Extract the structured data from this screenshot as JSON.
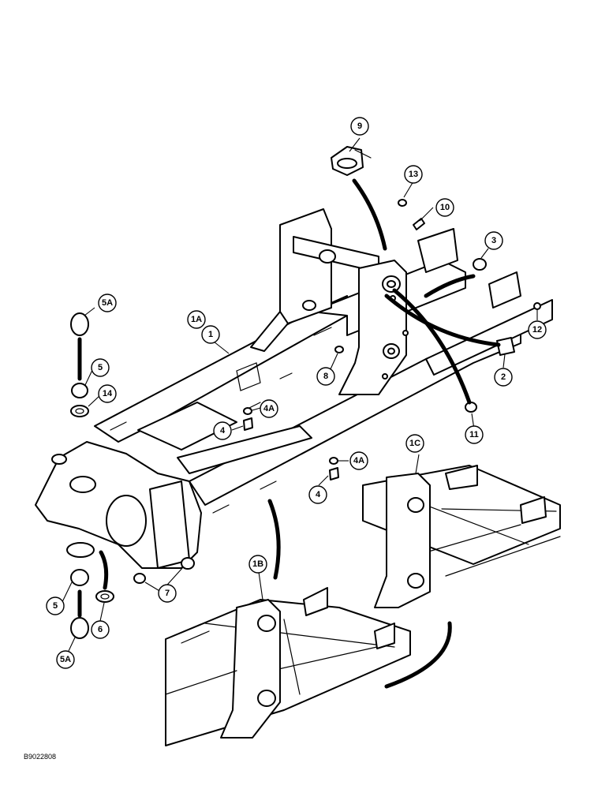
{
  "figure_id": "B9022808",
  "callouts": [
    {
      "id": "c9",
      "label": "9"
    },
    {
      "id": "c13",
      "label": "13"
    },
    {
      "id": "c10",
      "label": "10"
    },
    {
      "id": "c3",
      "label": "3"
    },
    {
      "id": "c12",
      "label": "12"
    },
    {
      "id": "c2",
      "label": "2"
    },
    {
      "id": "c11",
      "label": "11"
    },
    {
      "id": "c8",
      "label": "8"
    },
    {
      "id": "c1A",
      "label": "1A"
    },
    {
      "id": "c1",
      "label": "1"
    },
    {
      "id": "c5A_top",
      "label": "5A"
    },
    {
      "id": "c5_top",
      "label": "5"
    },
    {
      "id": "c14",
      "label": "14"
    },
    {
      "id": "c4A_upper",
      "label": "4A"
    },
    {
      "id": "c4_upper",
      "label": "4"
    },
    {
      "id": "c4A_lower",
      "label": "4A"
    },
    {
      "id": "c4_lower",
      "label": "4"
    },
    {
      "id": "c1C",
      "label": "1C"
    },
    {
      "id": "c1B",
      "label": "1B"
    },
    {
      "id": "c7",
      "label": "7"
    },
    {
      "id": "c5_bottom",
      "label": "5"
    },
    {
      "id": "c6",
      "label": "6"
    },
    {
      "id": "c5A_bottom",
      "label": "5A"
    }
  ]
}
